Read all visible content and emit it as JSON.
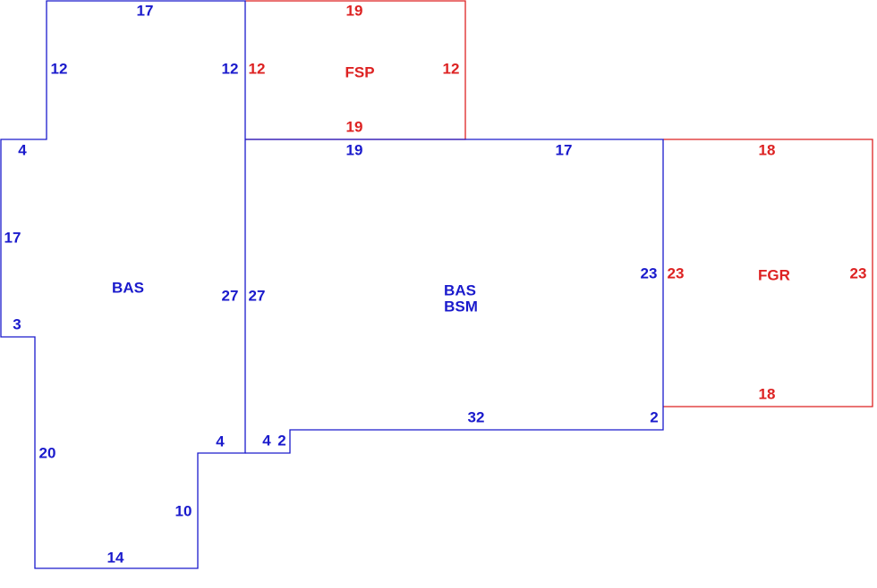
{
  "colors": {
    "living": "#1a1acc",
    "non_living": "#dd2222"
  },
  "areas": {
    "bas_left": {
      "code": "BAS"
    },
    "bas_bsm": {
      "code_1": "BAS",
      "code_2": "BSM"
    },
    "fsp": {
      "code": "FSP"
    },
    "fgr": {
      "code": "FGR"
    }
  },
  "dimensions": {
    "bas_left": {
      "top": "17",
      "upper_left": "12",
      "upper_right": "12",
      "step_top": "4",
      "left": "17",
      "step_mid": "3",
      "lower_left": "20",
      "bottom": "14",
      "lower_right": "10",
      "notch": "4",
      "right": "27"
    },
    "bas_bsm": {
      "top_left": "19",
      "top_right": "17",
      "left": "27",
      "right": "23",
      "step_right": "2",
      "bottom": "32",
      "step_small": "2",
      "notch": "4"
    },
    "fsp": {
      "top": "19",
      "bottom": "19",
      "left": "12",
      "right": "12"
    },
    "fgr": {
      "top": "18",
      "bottom": "18",
      "left": "23",
      "right": "23"
    }
  }
}
